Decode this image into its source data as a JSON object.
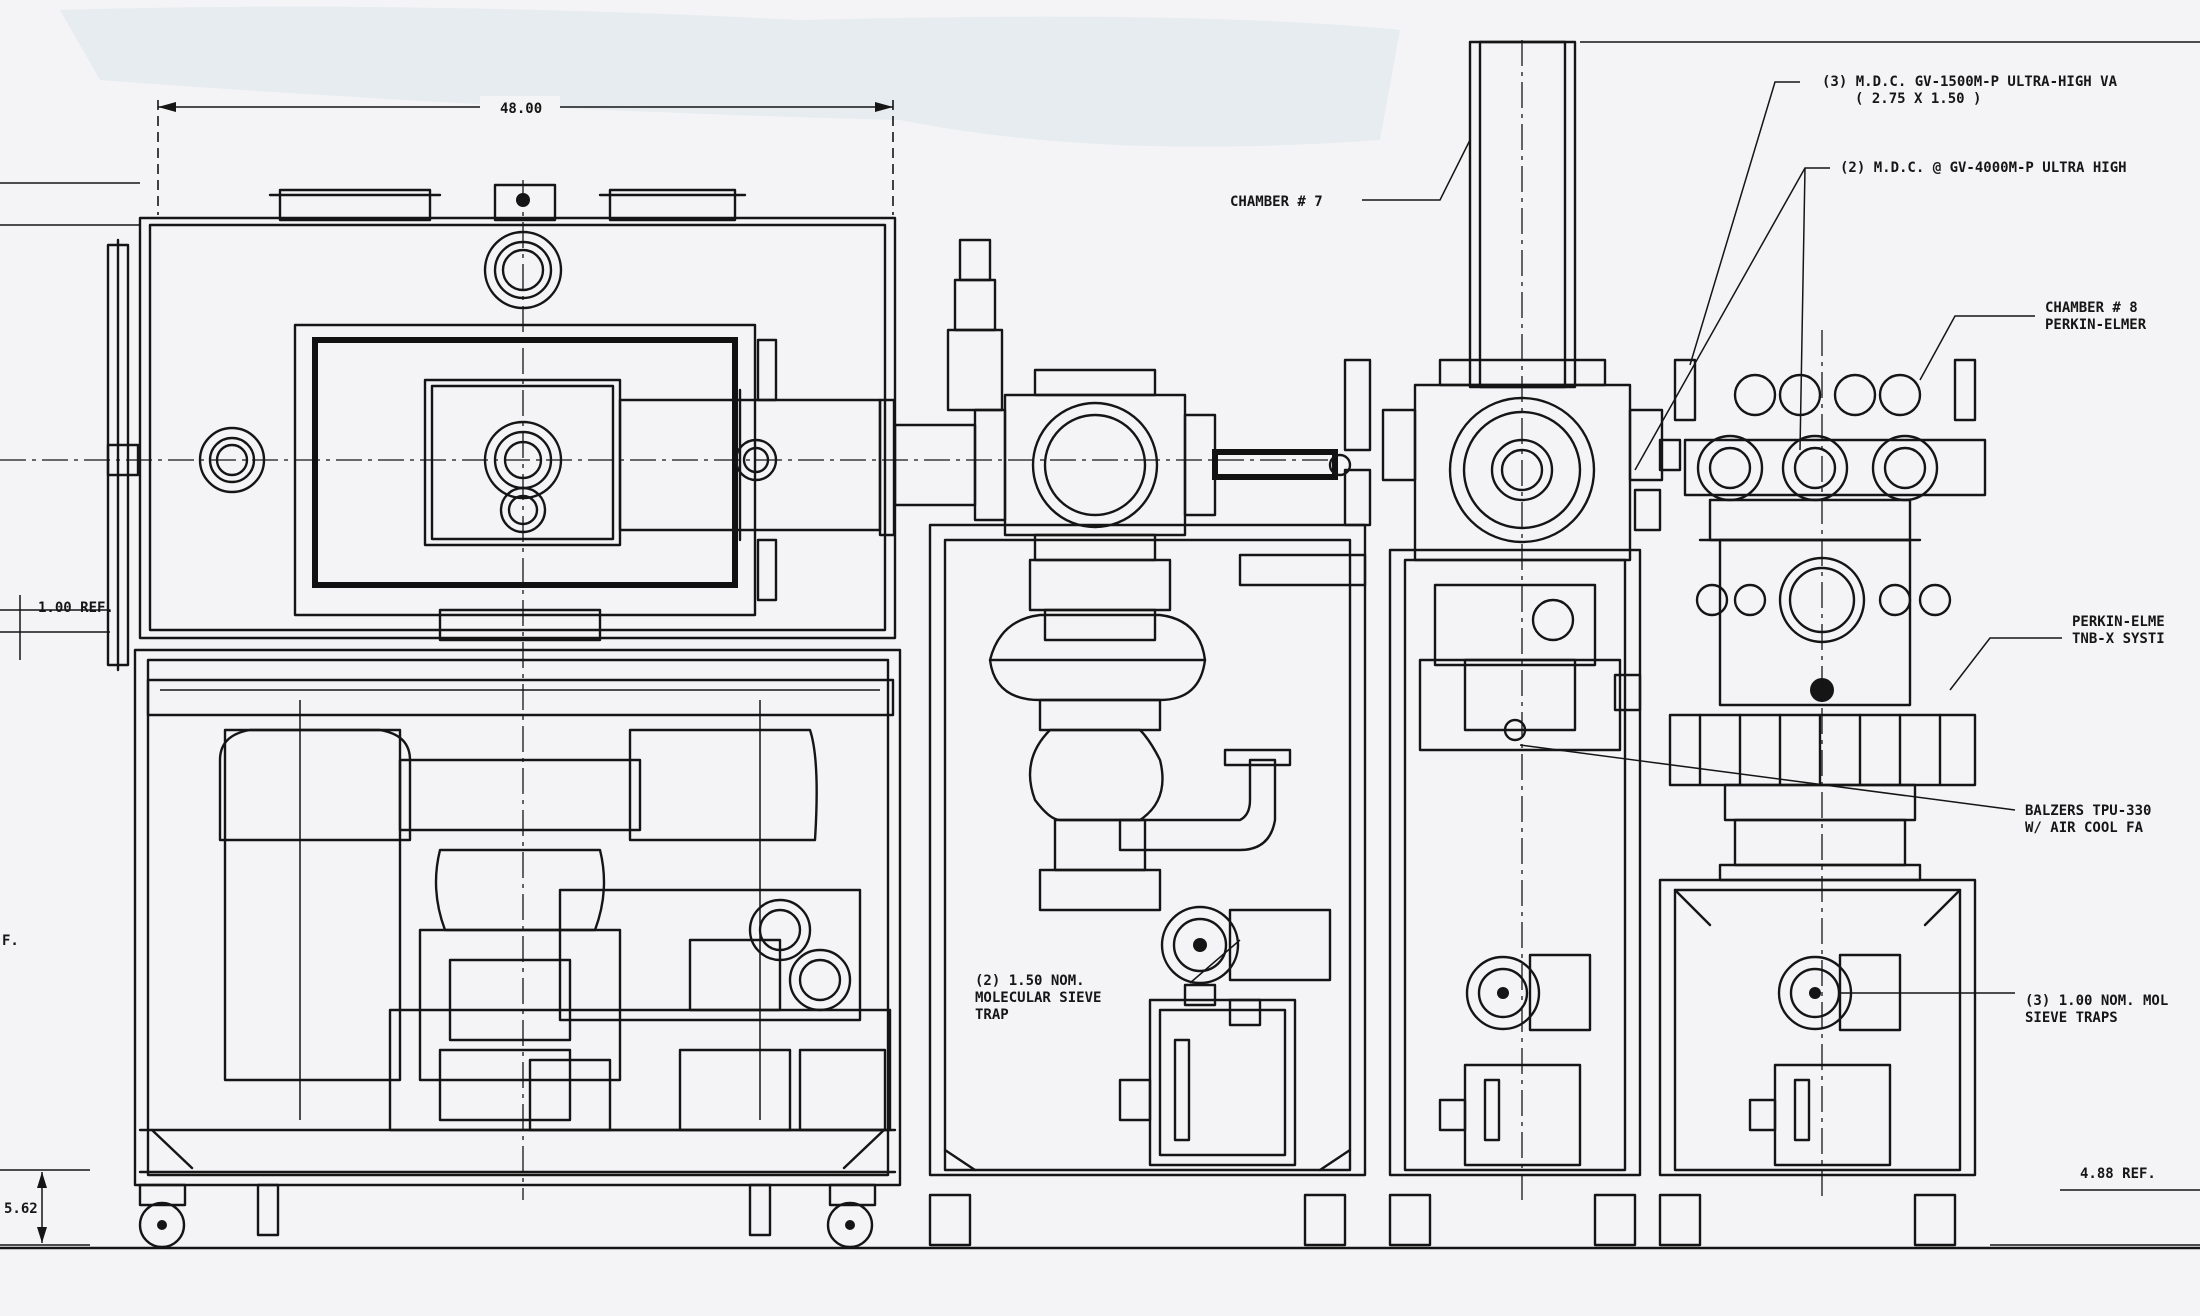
{
  "dimensions": {
    "overall_width": "48.00",
    "ref_left": "1.00 REF.",
    "ref_bottom_left": "5.62",
    "ref_bottom_right": "4.88 REF.",
    "edge_fragment": "F."
  },
  "callouts": {
    "valve_3_line1": "(3) M.D.C. GV-1500M-P ULTRA-HIGH VA",
    "valve_3_line2": "( 2.75 X 1.50 )",
    "valve_2": "(2) M.D.C. @ GV-4000M-P ULTRA HIGH",
    "chamber_7": "CHAMBER # 7",
    "chamber_8_line1": "CHAMBER # 8",
    "chamber_8_line2": "PERKIN-ELMER",
    "perkin_line1": "PERKIN-ELME",
    "perkin_line2": "TNB-X SYSTI",
    "balzers_line1": "BALZERS TPU-330",
    "balzers_line2": "W/ AIR COOL FA",
    "sieve_left_line1": "(2) 1.50 NOM.",
    "sieve_left_line2": "MOLECULAR SIEVE",
    "sieve_left_line3": "TRAP",
    "sieve_right_line1": "(3) 1.00 NOM. MOL",
    "sieve_right_line2": "SIEVE TRAPS"
  },
  "colors": {
    "ink": "#151515",
    "paper": "#f4f4f6"
  }
}
